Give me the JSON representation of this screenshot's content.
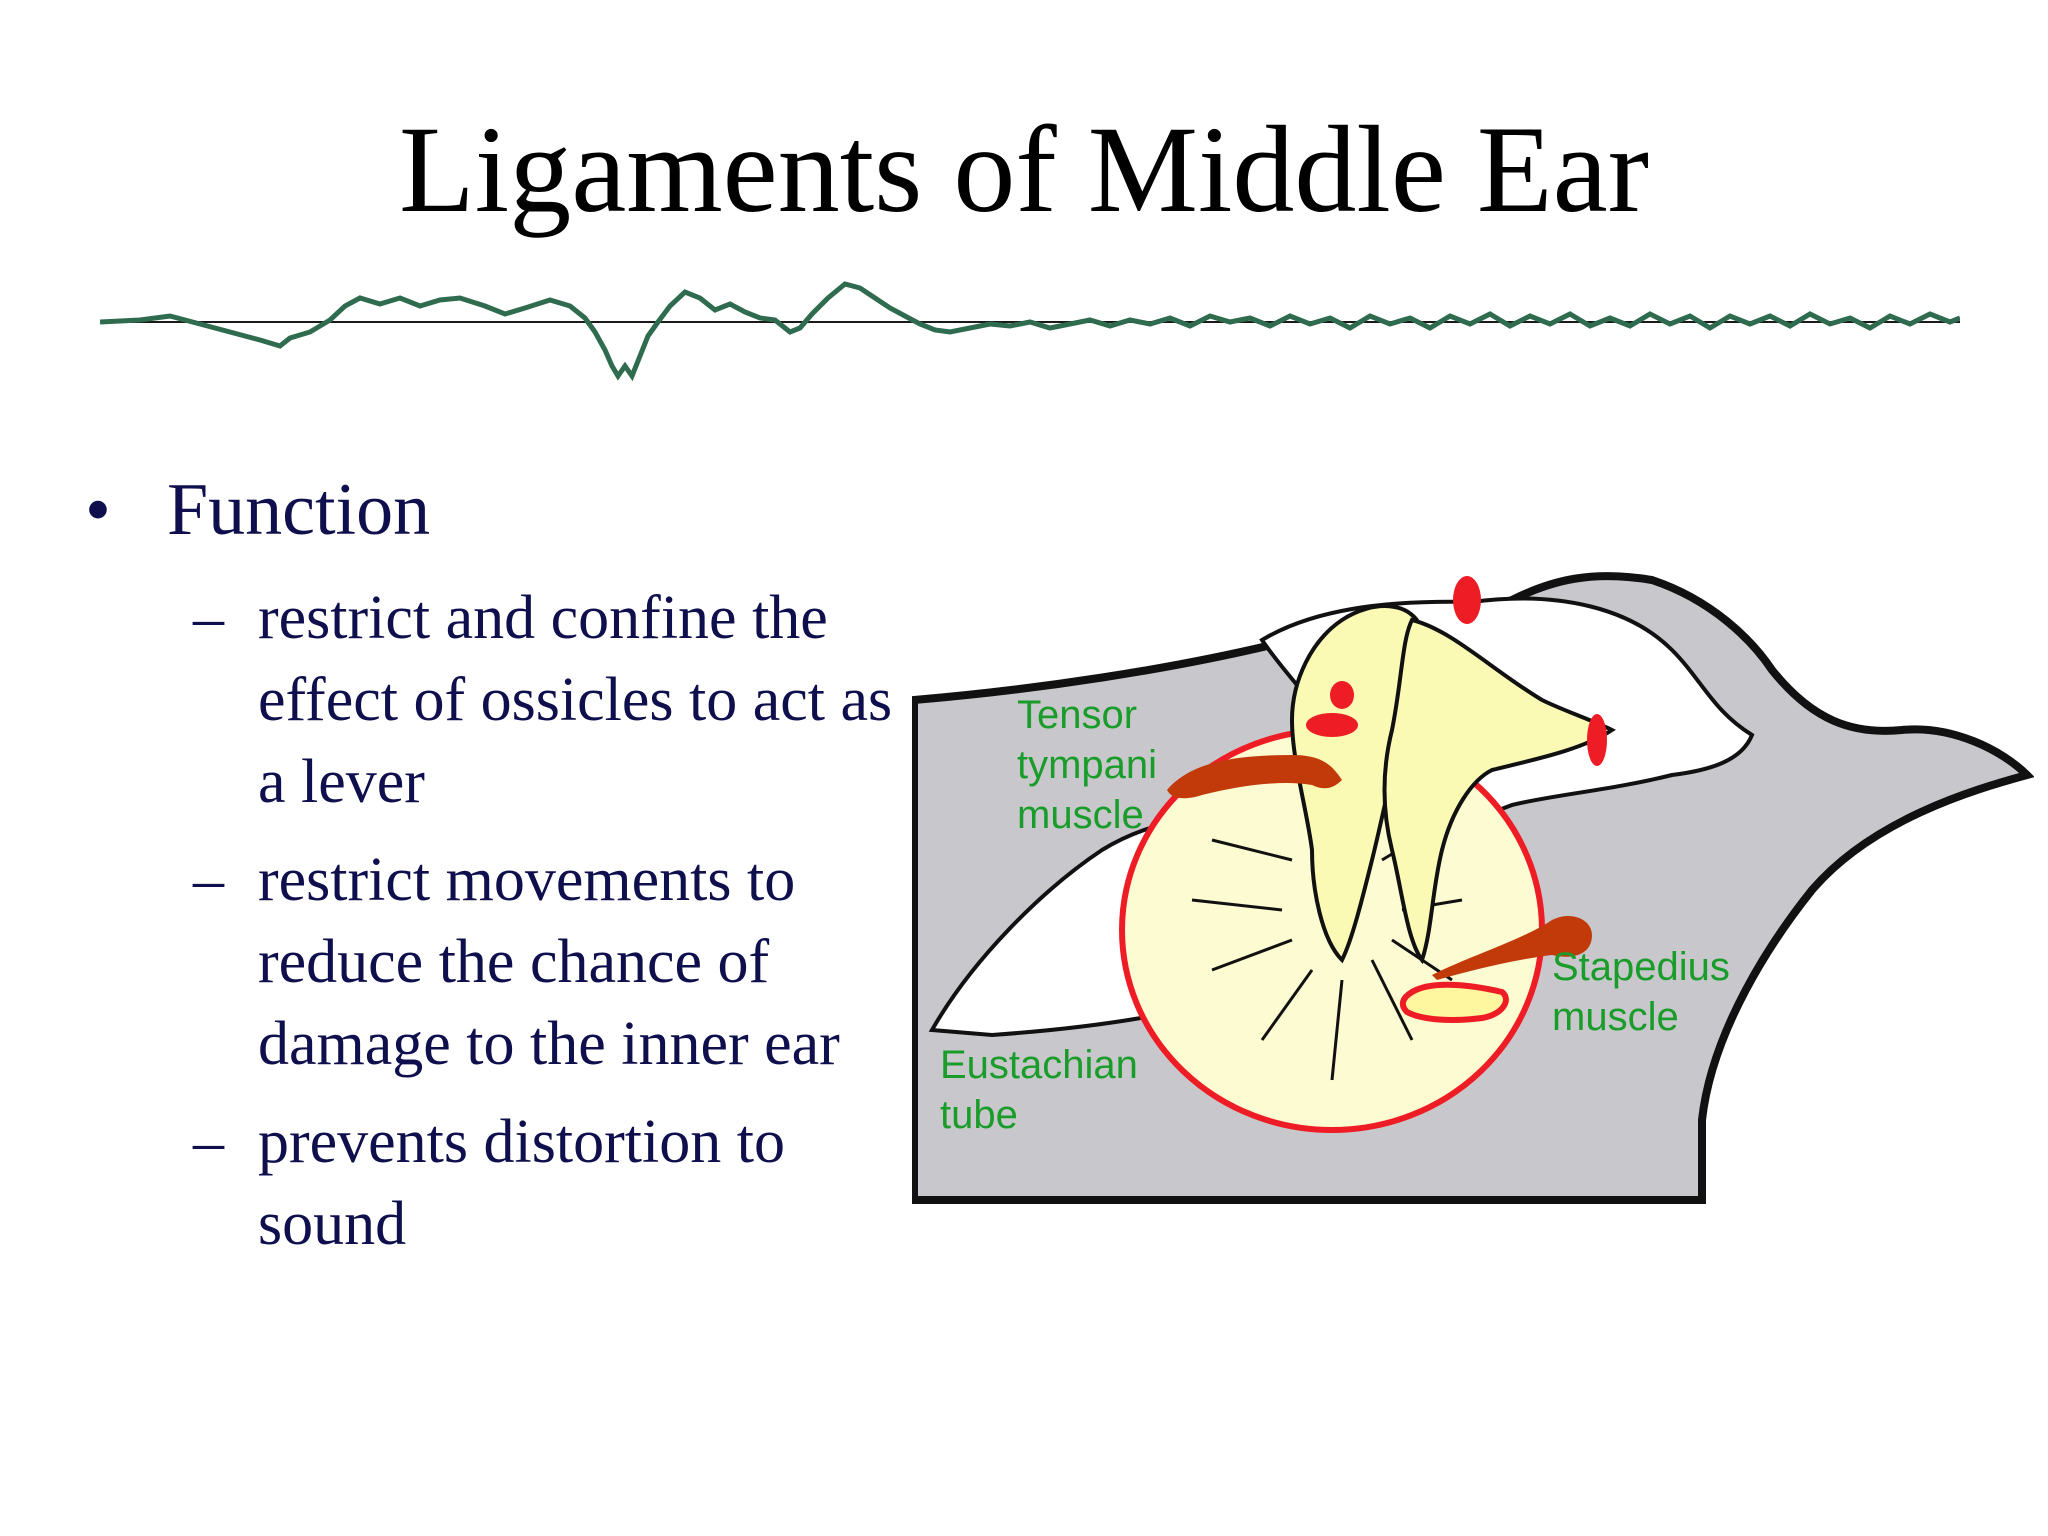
{
  "slide": {
    "title": "Ligaments of Middle Ear",
    "bullet_symbol": "•",
    "dash_symbol": "–",
    "bullets": [
      {
        "text": "Function",
        "sub": [
          "restrict and confine the effect of ossicles to act as a lever",
          "restrict movements to reduce the chance of damage to the inner ear",
          "prevents distortion to sound"
        ]
      }
    ]
  },
  "figure": {
    "labels": {
      "tensor_line1": "Tensor",
      "tensor_line2": "tympani",
      "tensor_line3": "muscle",
      "eustachian_line1": "Eustachian",
      "eustachian_line2": "tube",
      "stapedius_line1": "Stapedius",
      "stapedius_line2": "muscle"
    },
    "label_color": "#1a9c2a",
    "bone_fill": "#c8c8cc",
    "ossicle_fill": "#fafab4",
    "ligament_color": "#ee1c24",
    "muscle_color": "#c23a0a"
  }
}
